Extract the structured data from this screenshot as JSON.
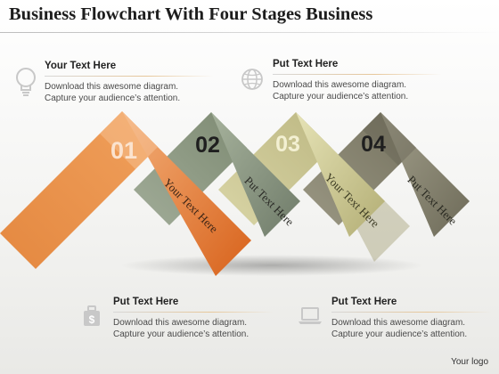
{
  "title": "Business Flowchart With Four Stages Business",
  "blocks": [
    {
      "heading": "Your Text Here",
      "line1": "Download this awesome diagram.",
      "line2": "Capture your audience’s attention.",
      "icon": "lightbulb-icon"
    },
    {
      "heading": "Put Text Here",
      "line1": "Download this awesome diagram.",
      "line2": "Capture your audience’s attention.",
      "icon": "globe-icon"
    },
    {
      "heading": "Put Text Here",
      "line1": "Download this awesome diagram.",
      "line2": "Capture your audience’s attention.",
      "icon": "money-bag-icon"
    },
    {
      "heading": "Put Text Here",
      "line1": "Download this awesome diagram.",
      "line2": "Capture your audience’s attention.",
      "icon": "laptop-icon"
    }
  ],
  "stages": [
    {
      "number": "01",
      "text": "Your Text Here",
      "color": "#e0853a"
    },
    {
      "number": "02",
      "text": "Put Text Here",
      "color": "#8e9a84"
    },
    {
      "number": "03",
      "text": "Your Text Here",
      "color": "#cfcb98"
    },
    {
      "number": "04",
      "text": "Put Text Here",
      "color": "#86836f"
    }
  ],
  "footer": "Your logo"
}
